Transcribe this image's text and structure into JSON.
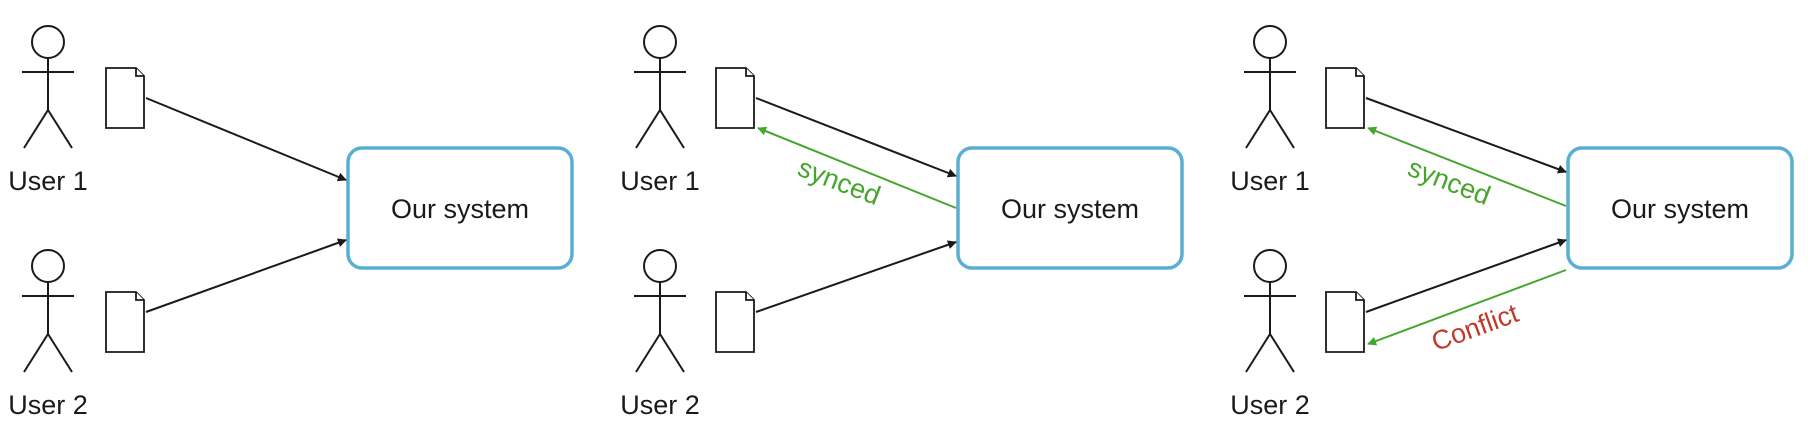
{
  "colors": {
    "box_border": "#5aaed3",
    "arrow_black": "#1a1a1a",
    "arrow_green": "#45a62e",
    "label_green": "#45a62e",
    "label_red": "#c0392b"
  },
  "panels": [
    {
      "user1": "User 1",
      "user2": "User 2",
      "system": "Our system",
      "edges": []
    },
    {
      "user1": "User 1",
      "user2": "User 2",
      "system": "Our system",
      "edges": [
        {
          "label": "synced",
          "label_color": "green",
          "edge_color": "green"
        }
      ]
    },
    {
      "user1": "User 1",
      "user2": "User 2",
      "system": "Our system",
      "edges": [
        {
          "label": "synced",
          "label_color": "green",
          "edge_color": "green"
        },
        {
          "label": "Conflict",
          "label_color": "red",
          "edge_color": "green"
        }
      ]
    }
  ]
}
